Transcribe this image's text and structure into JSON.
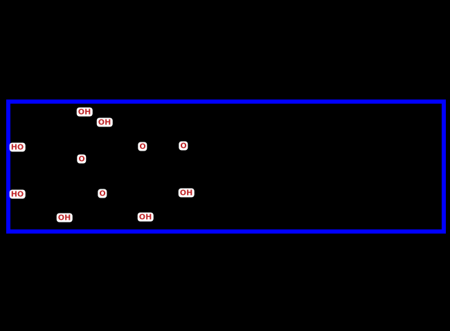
{
  "diagram": {
    "frame_color": "#0000ff",
    "background_color": "#000000",
    "label_color": "#c0282b",
    "label_background": "#ffffff",
    "atoms": [
      {
        "id": "oh-top-1",
        "text": "OH"
      },
      {
        "id": "oh-top-2",
        "text": "OH"
      },
      {
        "id": "ho-left-1",
        "text": "HO"
      },
      {
        "id": "o-ring-left",
        "text": "O"
      },
      {
        "id": "o-bridge",
        "text": "O"
      },
      {
        "id": "o-ring-right",
        "text": "O"
      },
      {
        "id": "ho-left-2",
        "text": "HO"
      },
      {
        "id": "o-ring-bottom",
        "text": "O"
      },
      {
        "id": "oh-right",
        "text": "OH"
      },
      {
        "id": "oh-bottom-1",
        "text": "OH"
      },
      {
        "id": "oh-bottom-2",
        "text": "OH"
      }
    ]
  }
}
